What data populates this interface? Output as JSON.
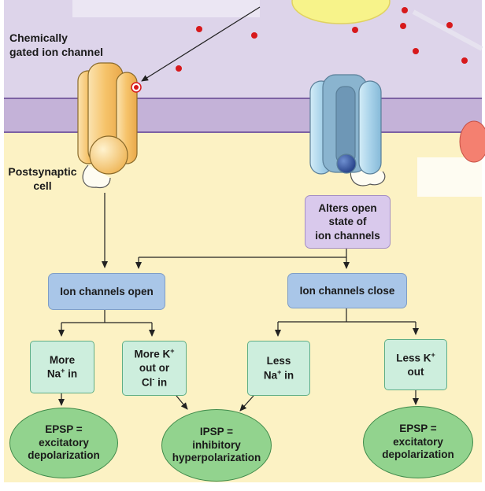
{
  "labels": {
    "channel": "Chemically\ngated ion channel",
    "cell": "Postsynaptic\ncell"
  },
  "nodes": {
    "alters": "Alters open\nstate of\nion channels",
    "open": "Ion channels open",
    "close": "Ion channels close",
    "more_na": {
      "l1": "More",
      "l2a": "Na",
      "sup": "+",
      "l2b": " in"
    },
    "more_k": {
      "l1a": "More K",
      "sup1": "+",
      "l2": "out or",
      "l3a": "Cl",
      "sup2": "-",
      "l3b": " in"
    },
    "less_na": {
      "l1": "Less",
      "l2a": "Na",
      "sup": "+",
      "l2b": " in"
    },
    "less_k": {
      "l1a": "Less K",
      "sup": "+",
      "l2": "out"
    },
    "epsp_left": "EPSP =\nexcitatory\ndepolarization",
    "ipsp": "IPSP =\ninhibitory\nhyperpolarization",
    "epsp_right": "EPSP =\nexcitatory\ndepolarization"
  },
  "colors": {
    "synaptic_cleft": "#ddd4ea",
    "membrane": "#c4b2d8",
    "cytoplasm": "#fcf2c4",
    "neurotransmitter": "#d7191c",
    "channel_orange": "#f6c36a",
    "channel_blue": "#a9d3ea",
    "result_oval": "#92d38e"
  }
}
